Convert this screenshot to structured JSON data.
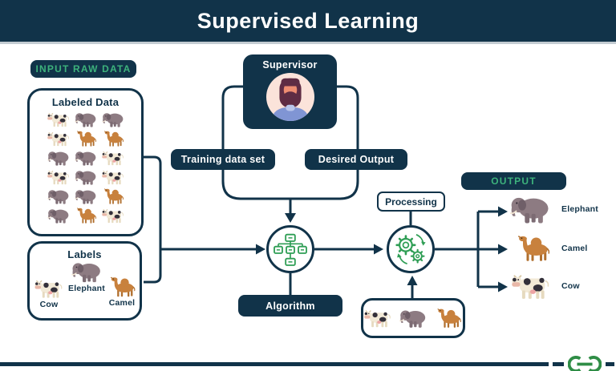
{
  "header": {
    "title": "Supervised Learning"
  },
  "badges": {
    "input": "INPUT RAW DATA",
    "output": "OUTPUT"
  },
  "labeled_data": {
    "title": "Labeled Data",
    "animals": [
      "cow",
      "elephant",
      "elephant",
      "cow",
      "camel",
      "camel",
      "elephant",
      "elephant",
      "cow",
      "cow",
      "elephant",
      "cow",
      "elephant",
      "elephant",
      "camel",
      "elephant",
      "camel",
      "cow"
    ]
  },
  "labels_box": {
    "title": "Labels",
    "items": [
      {
        "name": "Cow",
        "icon": "#a-cow"
      },
      {
        "name": "Elephant",
        "icon": "#a-elephant"
      },
      {
        "name": "Camel",
        "icon": "#a-camel"
      }
    ]
  },
  "supervisor": {
    "title": "Supervisor"
  },
  "nodes": {
    "training": "Training data set",
    "desired": "Desired Output",
    "algorithm": "Algorithm",
    "processing": "Processing"
  },
  "output": {
    "items": [
      {
        "label": "Elephant",
        "icon": "#a-elephant"
      },
      {
        "label": "Camel",
        "icon": "#a-camel"
      },
      {
        "label": "Cow",
        "icon": "#a-cow"
      }
    ]
  },
  "test_data": {
    "animals": [
      "cow",
      "elephant",
      "camel"
    ]
  },
  "colors": {
    "navy": "#113349",
    "icon_green": "#2f9e55",
    "badge_green": "#3db27c",
    "brand_green": "#2f8d46"
  }
}
